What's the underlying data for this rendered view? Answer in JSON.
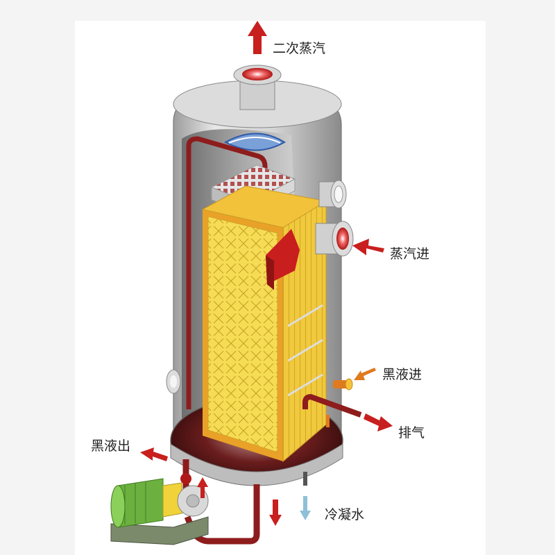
{
  "labels": {
    "secondary_steam": "二次蒸汽",
    "steam_in": "蒸汽进",
    "black_liquor_in": "黑液进",
    "exhaust": "排气",
    "black_liquor_out": "黑液出",
    "condensate": "冷凝水"
  },
  "colors": {
    "arrow_red": "#c8201e",
    "arrow_orange": "#e07a1f",
    "arrow_blue": "#8fc0d8",
    "pipe_dark_red": "#8e1c1c",
    "plate_yellow": "#f4d64a",
    "frame_orange": "#e9a227",
    "shell_gray": "#c9c9c9",
    "motor_green": "#7cc24a"
  }
}
